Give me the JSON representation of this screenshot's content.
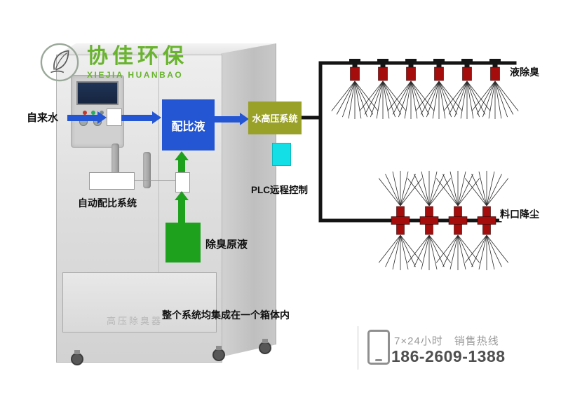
{
  "logo": {
    "name": "协佳环保",
    "subtitle": "XIEJIA HUANBAO"
  },
  "flow": {
    "tap_water_label": "自来水",
    "mix_box_label": "配比液",
    "pressure_box_label": "水高压系统",
    "plc_label": "PLC远程控制",
    "auto_mix_label": "自动配比系统",
    "stock_label": "除臭原液",
    "note": "整个系统均集成在一个箱体内"
  },
  "spray": {
    "top_label": "液除臭",
    "bottom_label": "料口降尘",
    "top_nozzle_count": 6,
    "bottom_nozzle_count": 4
  },
  "cabinet": {
    "label": "高压除臭器"
  },
  "contact": {
    "hotline": "7×24小时　销售热线",
    "phone": "186-2609-1388"
  },
  "colors": {
    "brand-green": "#69b42e",
    "flow-blue": "#2456d4",
    "flow-green": "#1ea21e",
    "olive": "#9aa128",
    "cyan": "#12dfe6",
    "nozzle-red": "#a50d0d",
    "pipe-black": "#141414"
  }
}
